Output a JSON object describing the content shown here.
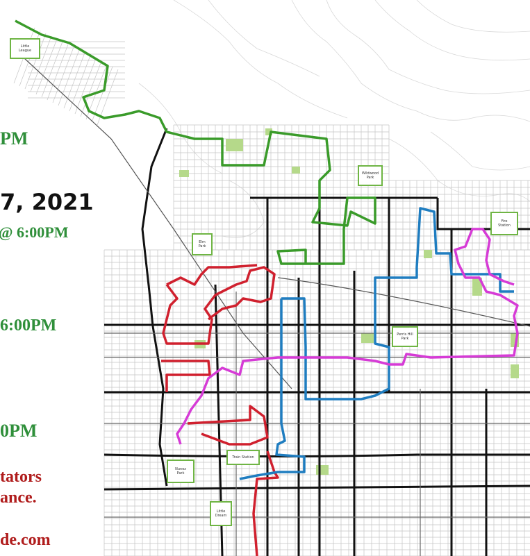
{
  "colors": {
    "green_route": "#3a9b2a",
    "red_route": "#d0202e",
    "blue_route": "#1f7dc0",
    "magenta_route": "#d63bd6",
    "major_road": "#111111",
    "minor_road": "#c6c6c6",
    "park_fill": "#b5d98a",
    "green_text": "#2f8f3a",
    "red_text": "#b01c1c",
    "black_text": "#111111"
  },
  "left_text": {
    "line1": "PM",
    "date": "7, 2021",
    "line2": "@ 6:00PM",
    "line3": "6:00PM",
    "line4": "0PM",
    "line5": "tators",
    "line6": "ance.",
    "line7": "de.com"
  },
  "parks": [
    {
      "name": "Little League",
      "label": "Little\nLeague"
    },
    {
      "name": "Wildwood Park",
      "label": "Wildwood\nPark"
    },
    {
      "name": "Elm Park",
      "label": "Elm\nPark"
    },
    {
      "name": "Fire Station",
      "label": "Fire\nStation"
    },
    {
      "name": "Perris Hill Park",
      "label": "Perris Hill\nPark"
    },
    {
      "name": "Nunez Park",
      "label": "Nunez\nPark"
    },
    {
      "name": "Train Station",
      "label": "Train Station"
    },
    {
      "name": "Little Dream",
      "label": "Little\nDream"
    }
  ]
}
